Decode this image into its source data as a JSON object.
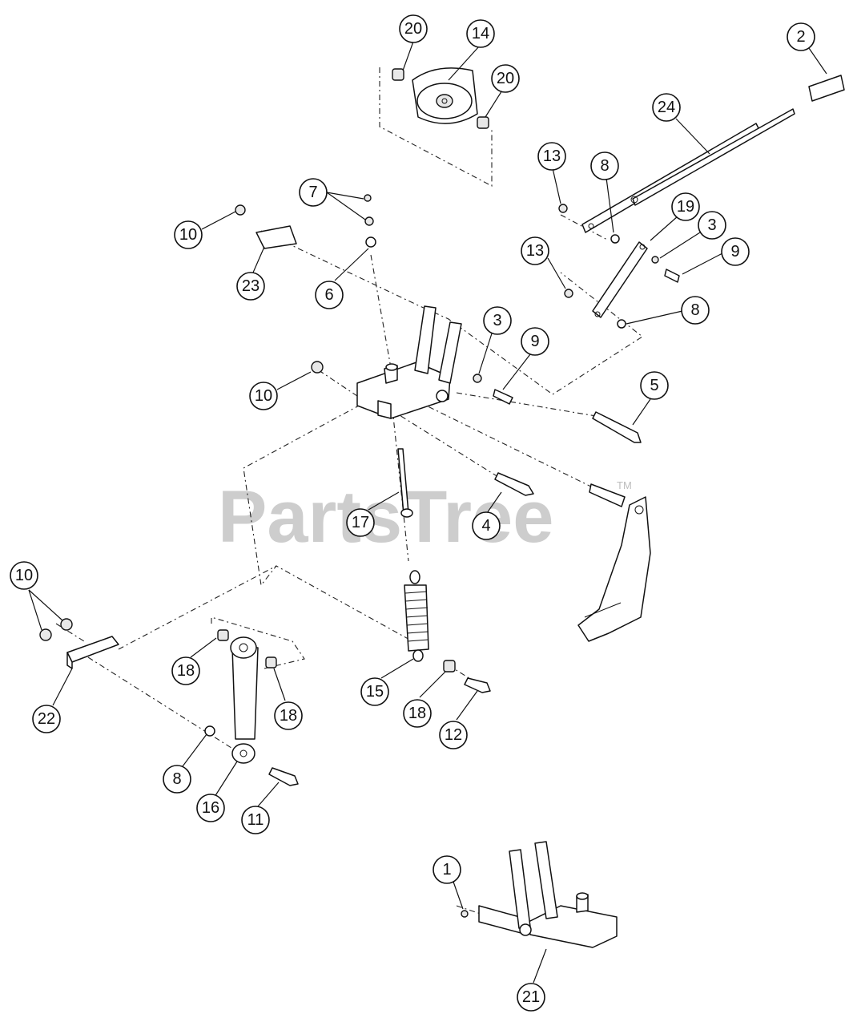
{
  "watermark": {
    "text": "PartsTree",
    "trademark": "TM"
  },
  "callouts": [
    {
      "id": "c-20a",
      "label": "20"
    },
    {
      "id": "c-14",
      "label": "14"
    },
    {
      "id": "c-20b",
      "label": "20"
    },
    {
      "id": "c-2",
      "label": "2"
    },
    {
      "id": "c-24",
      "label": "24"
    },
    {
      "id": "c-13a",
      "label": "13"
    },
    {
      "id": "c-8a",
      "label": "8"
    },
    {
      "id": "c-19",
      "label": "19"
    },
    {
      "id": "c-3a",
      "label": "3"
    },
    {
      "id": "c-9a",
      "label": "9"
    },
    {
      "id": "c-13b",
      "label": "13"
    },
    {
      "id": "c-8b",
      "label": "8"
    },
    {
      "id": "c-7",
      "label": "7"
    },
    {
      "id": "c-10a",
      "label": "10"
    },
    {
      "id": "c-23",
      "label": "23"
    },
    {
      "id": "c-6",
      "label": "6"
    },
    {
      "id": "c-3b",
      "label": "3"
    },
    {
      "id": "c-9b",
      "label": "9"
    },
    {
      "id": "c-10b",
      "label": "10"
    },
    {
      "id": "c-5",
      "label": "5"
    },
    {
      "id": "c-17",
      "label": "17"
    },
    {
      "id": "c-4",
      "label": "4"
    },
    {
      "id": "c-10c",
      "label": "10"
    },
    {
      "id": "c-22",
      "label": "22"
    },
    {
      "id": "c-18a",
      "label": "18"
    },
    {
      "id": "c-18b",
      "label": "18"
    },
    {
      "id": "c-15",
      "label": "15"
    },
    {
      "id": "c-18c",
      "label": "18"
    },
    {
      "id": "c-12",
      "label": "12"
    },
    {
      "id": "c-8c",
      "label": "8"
    },
    {
      "id": "c-16",
      "label": "16"
    },
    {
      "id": "c-11",
      "label": "11"
    },
    {
      "id": "c-1",
      "label": "1"
    },
    {
      "id": "c-21",
      "label": "21"
    }
  ]
}
